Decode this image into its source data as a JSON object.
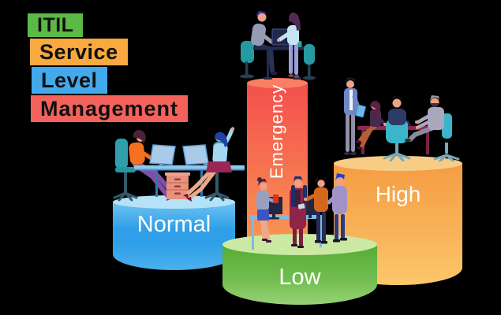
{
  "background_color": "#000000",
  "title": {
    "text_color": "#101010",
    "lines": [
      {
        "text": "ITIL",
        "bg": "#5bb946"
      },
      {
        "text": "Service",
        "bg": "#f8a940"
      },
      {
        "text": "Level",
        "bg": "#42a9ec"
      },
      {
        "text": "Management",
        "bg": "#f3635c"
      }
    ]
  },
  "pedestals": [
    {
      "id": "normal",
      "label": "Normal",
      "label_color": "#ffffff",
      "top_color": "#b5e2f7",
      "face_top": "#70c4f1",
      "face_bottom": "#4cb0ec",
      "scene": "two-women-working-at-facing-desks-with-monitors"
    },
    {
      "id": "emergency",
      "label": "Emergency",
      "label_color": "#ffffff",
      "top_color": "#f87f63",
      "face_top": "#f44f4c",
      "face_bottom": "#fa9a52",
      "scene": "man-and-woman-at-computer-workstation"
    },
    {
      "id": "high",
      "label": "High",
      "label_color": "#ffffff",
      "top_color": "#f7cd86",
      "face_top": "#f59c43",
      "face_bottom": "#fcc76c",
      "scene": "team-meeting-around-table-with-standing-presenter"
    },
    {
      "id": "low",
      "label": "Low",
      "label_color": "#ffffff",
      "top_color": "#cbe9a2",
      "face_top": "#55ac33",
      "face_bottom": "#98d175",
      "scene": "four-colleagues-standing-and-chatting-near-desk"
    }
  ]
}
